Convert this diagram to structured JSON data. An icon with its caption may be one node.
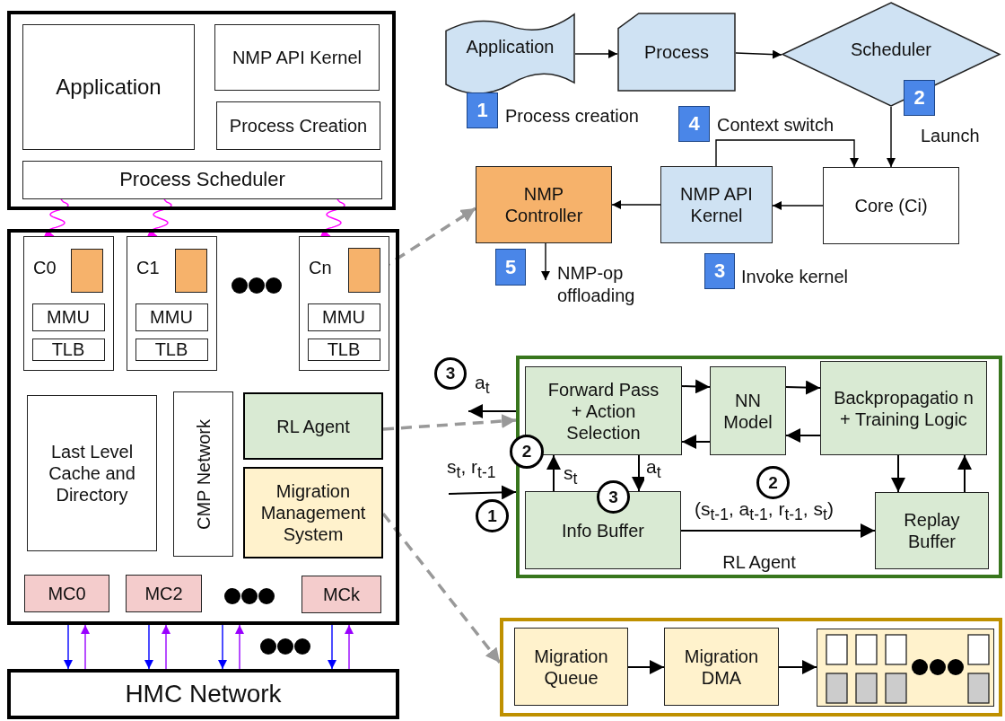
{
  "diagram": {
    "nodes": [
      {
        "text": [],
        "shape": "box"
      },
      {
        "text": [
          "Application"
        ],
        "in": 0
      },
      {
        "text": [
          "NMP API Kernel"
        ],
        "in": 0
      },
      {
        "text": [
          "Process Creation"
        ],
        "in": 0
      },
      {
        "text": [
          "Process Scheduler"
        ],
        "in": 0
      },
      {
        "text": [],
        "shape": "box"
      },
      {
        "text": [
          "C0"
        ],
        "in": 5
      },
      {
        "text": [],
        "shape": "box",
        "in": 6
      },
      {
        "text": [
          "MMU"
        ],
        "in": 6
      },
      {
        "text": [
          "TLB"
        ],
        "in": 6
      },
      {
        "text": [
          "C1"
        ],
        "in": 5
      },
      {
        "text": [],
        "shape": "box",
        "in": 10
      },
      {
        "text": [
          "MMU"
        ],
        "in": 10
      },
      {
        "text": [
          "TLB"
        ],
        "in": 10
      },
      {
        "text": [
          "Cn"
        ],
        "in": 5
      },
      {
        "text": [],
        "shape": "box",
        "in": 14
      },
      {
        "text": [
          "MMU"
        ],
        "in": 14
      },
      {
        "text": [
          "TLB"
        ],
        "in": 14
      },
      {
        "text": [
          "Last Level Cache and Directory"
        ],
        "in": 5
      },
      {
        "text": [
          "CMP Network"
        ],
        "in": 5
      },
      {
        "text": [
          "RL Agent"
        ],
        "in": 5
      },
      {
        "text": [
          "Migration Management System"
        ],
        "in": 5
      },
      {
        "text": [
          "MC0"
        ],
        "in": 5
      },
      {
        "text": [
          "MC2"
        ],
        "in": 5
      },
      {
        "text": [
          "MCk"
        ],
        "in": 5
      },
      {
        "text": [
          "HMC Network"
        ]
      },
      {
        "text": [
          "Application"
        ]
      },
      {
        "text": [
          "Process"
        ]
      },
      {
        "text": [
          "Scheduler"
        ]
      },
      {
        "text": [
          "Core (Ci)"
        ]
      },
      {
        "text": [
          "NMP API Kernel"
        ]
      },
      {
        "text": [
          "NMP Controller"
        ]
      },
      {
        "text": [
          "RL Agent"
        ]
      },
      {
        "text": [
          "Forward Pass + Action Selection"
        ],
        "in": 32
      },
      {
        "text": [
          "NN Model"
        ],
        "in": 32
      },
      {
        "text": [
          "Backpropagatio n + Training Logic"
        ],
        "in": 32
      },
      {
        "text": [
          "Info Buffer"
        ],
        "in": 32
      },
      {
        "text": [
          "Replay Buffer"
        ],
        "in": 32
      },
      {
        "text": [],
        "shape": "box"
      },
      {
        "text": [
          "Migration Queue"
        ],
        "in": 38
      },
      {
        "text": [
          "Migration DMA"
        ],
        "in": 38
      },
      {
        "text": [],
        "shape": "box",
        "in": 38
      }
    ],
    "edges": [
      {
        "from": 4,
        "to": 6,
        "arrow": "to",
        "color": "#ff00ff"
      },
      {
        "from": 4,
        "to": 10,
        "arrow": "to",
        "color": "#ff00ff"
      },
      {
        "from": 4,
        "to": 14,
        "arrow": "to",
        "color": "#ff00ff"
      },
      {
        "from": 5,
        "to": 25,
        "arrow": "to",
        "color": "#0000ff"
      },
      {
        "from": 25,
        "to": 5,
        "arrow": "to",
        "color": "#9900ff"
      },
      {
        "from": 5,
        "to": 25,
        "arrow": "to",
        "color": "#0000ff"
      },
      {
        "from": 25,
        "to": 5,
        "arrow": "to",
        "color": "#9900ff"
      },
      {
        "from": 5,
        "to": 25,
        "arrow": "to",
        "color": "#0000ff"
      },
      {
        "from": 25,
        "to": 5,
        "arrow": "to",
        "color": "#9900ff"
      },
      {
        "from": 5,
        "to": 25,
        "arrow": "to",
        "color": "#0000ff"
      },
      {
        "from": 25,
        "to": 5,
        "arrow": "to",
        "color": "#9900ff"
      },
      {
        "from": 15,
        "to": 31,
        "arrow": "to",
        "style": "dashed",
        "color": "#999999"
      },
      {
        "from": 20,
        "to": 32,
        "arrow": "to",
        "style": "dashed",
        "color": "#999999"
      },
      {
        "from": 21,
        "to": 38,
        "arrow": "to",
        "style": "dashed",
        "color": "#999999"
      },
      {
        "from": 26,
        "to": 27,
        "arrow": "to"
      },
      {
        "from": 27,
        "to": 28,
        "arrow": "to"
      },
      {
        "from": 28,
        "to": 29,
        "arrow": "to"
      },
      {
        "from": 30,
        "to": 29,
        "arrow": "to"
      },
      {
        "from": 29,
        "to": 30,
        "arrow": "to"
      },
      {
        "from": 30,
        "to": 31,
        "arrow": "to"
      },
      {
        "from": 31,
        "to": null,
        "arrow": "to",
        "label": "NMP-op offloading"
      },
      {
        "from": null,
        "to": 32,
        "arrow": "to",
        "label": "s$_{t}$, r$_{t-1}$"
      },
      {
        "from": 32,
        "to": null,
        "arrow": "to",
        "label": "a$_{t}$"
      },
      {
        "from": 36,
        "to": 33,
        "arrow": "to",
        "label": "s$_{t}$"
      },
      {
        "from": 33,
        "to": 36,
        "arrow": "to",
        "label": "a$_{t}$"
      },
      {
        "from": 33,
        "to": 34,
        "arrow": "to"
      },
      {
        "from": 34,
        "to": 35,
        "arrow": "to"
      },
      {
        "from": 35,
        "to": 34,
        "arrow": "to"
      },
      {
        "from": 34,
        "to": 33,
        "arrow": "to"
      },
      {
        "from": 36,
        "to": 37,
        "arrow": "to",
        "label": "(s$_{t-1}$, a$_{t-1}$, r$_{t-1}$, s$_{t}$)"
      },
      {
        "from": 35,
        "to": 37,
        "arrow": "to"
      },
      {
        "from": 37,
        "to": 35,
        "arrow": "to"
      },
      {
        "from": 39,
        "to": 40,
        "arrow": "to"
      },
      {
        "from": 40,
        "to": 41,
        "arrow": "to"
      }
    ],
    "labels": [
      "1",
      "Process creation",
      "4",
      "Context switch",
      "2",
      "Launch",
      "5",
      "3",
      "Invoke kernel",
      "3",
      "2",
      "1",
      "3",
      "2"
    ]
  }
}
